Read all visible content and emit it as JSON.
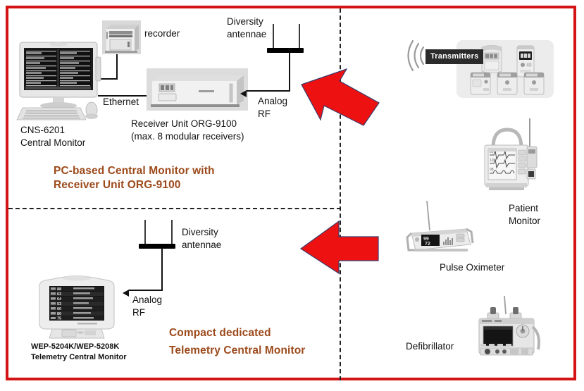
{
  "frame": {
    "border_color": "#d41414",
    "background": "#ffffff"
  },
  "accent_colors": {
    "heading_brown": "#9c4a1b",
    "arrow_red": "#ee1111",
    "frame_red": "#d41414",
    "badge_dark": "#2b2b2b"
  },
  "top_section": {
    "heading_line1": "PC-based Central Monitor with",
    "heading_line2": "Receiver Unit ORG-9100",
    "recorder_label": "recorder",
    "ethernet_label": "Ethernet",
    "analog_rf_line1": "Analog",
    "analog_rf_line2": "RF",
    "antenna_line1": "Diversity",
    "antenna_line2": "antennae",
    "central_monitor_line1": "CNS-6201",
    "central_monitor_line2": "Central Monitor",
    "receiver_line1": "Receiver Unit ORG-9100",
    "receiver_line2": "(max. 8 modular receivers)"
  },
  "bottom_section": {
    "heading_line1": "Compact dedicated",
    "heading_line2": "Telemetry Central Monitor",
    "antenna_line1": "Diversity",
    "antenna_line2": "antennae",
    "analog_rf_line1": "Analog",
    "analog_rf_line2": "RF",
    "monitor_line1": "WEP-5204K/WEP-5208K",
    "monitor_line2": "Telemetry Central Monitor"
  },
  "right_column": {
    "transmitters_badge": "Transmitters",
    "patient_monitor_line1": "Patient",
    "patient_monitor_line2": "Monitor",
    "pulse_oximeter_label": "Pulse Oximeter",
    "defibrillator_label": "Defibrillator"
  },
  "icons": {
    "radio_waves": "radio-waves-icon",
    "arrow_big_top": "red-arrow-up-left-icon",
    "arrow_big_bottom": "red-arrow-left-icon",
    "antenna": "diversity-antenna-icon"
  }
}
